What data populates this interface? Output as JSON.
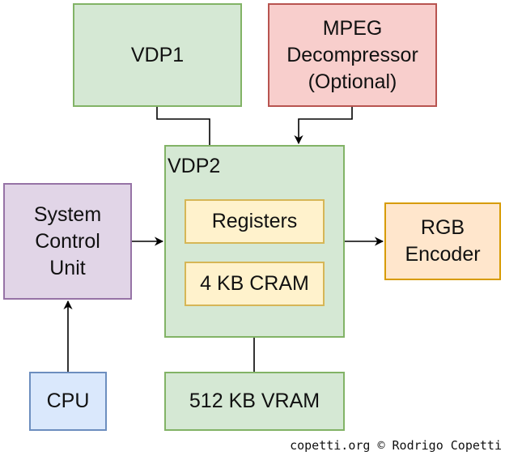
{
  "diagram": {
    "nodes": {
      "vdp1": "VDP1",
      "mpeg": "MPEG\nDecompressor\n(Optional)",
      "vdp2": "VDP2",
      "registers": "Registers",
      "cram": "4 KB CRAM",
      "scu": "System\nControl\nUnit",
      "rgb": "RGB\nEncoder",
      "cpu": "CPU",
      "vram": "512 KB VRAM"
    },
    "edges": [
      {
        "from": "VDP1",
        "to": "VDP2",
        "arrow": false
      },
      {
        "from": "MPEG Decompressor (Optional)",
        "to": "VDP2",
        "arrow": true
      },
      {
        "from": "System Control Unit",
        "to": "VDP2",
        "arrow": true
      },
      {
        "from": "VDP2",
        "to": "RGB Encoder",
        "arrow": true
      },
      {
        "from": "CPU",
        "to": "System Control Unit",
        "arrow": true
      },
      {
        "from": "VDP2",
        "to": "512 KB VRAM",
        "arrow": false
      }
    ],
    "colors": {
      "green_fill": "#d5e8d4",
      "green_stroke": "#82b366",
      "red_fill": "#f8cecc",
      "red_stroke": "#b85450",
      "purple_fill": "#e1d5e7",
      "purple_stroke": "#9673a6",
      "blue_fill": "#dae8fc",
      "blue_stroke": "#6c8ebf",
      "orange_fill": "#ffe6cc",
      "orange_stroke": "#d79b00",
      "yellow_fill": "#fff2cc",
      "yellow_stroke": "#d6b656"
    }
  },
  "credit": "copetti.org © Rodrigo Copetti"
}
